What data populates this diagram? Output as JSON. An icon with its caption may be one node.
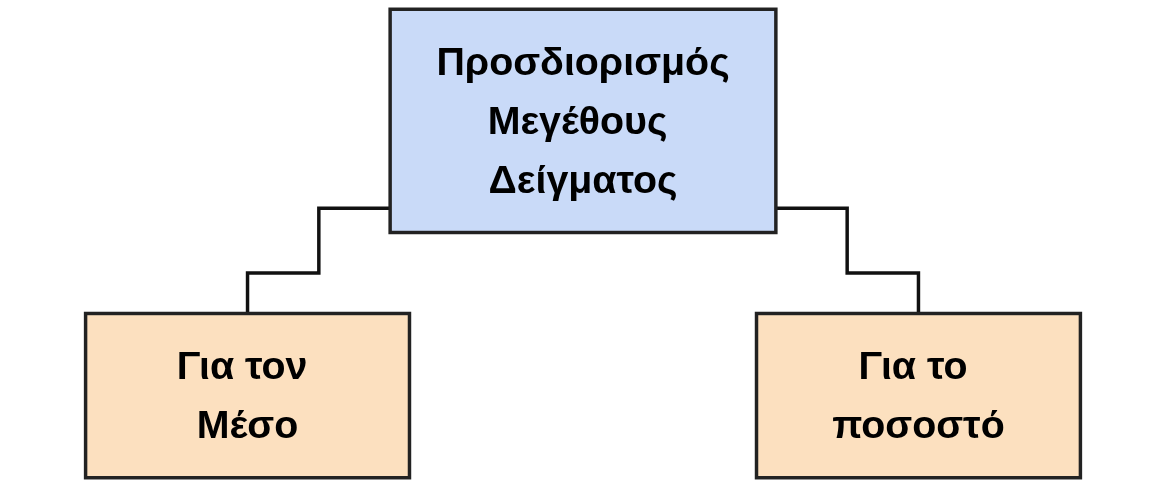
{
  "diagram": {
    "nodes": [
      {
        "text": [
          "Προσδιορισμός",
          "Μεγέθους Δείγματος"
        ]
      },
      {
        "text": [
          "Για τον Μέσο"
        ]
      },
      {
        "text": [
          "Για το ποσοστό"
        ]
      }
    ],
    "edges": [
      {
        "from": 0,
        "to": 1,
        "arrow": "none"
      },
      {
        "from": 0,
        "to": 2,
        "arrow": "none"
      }
    ]
  }
}
